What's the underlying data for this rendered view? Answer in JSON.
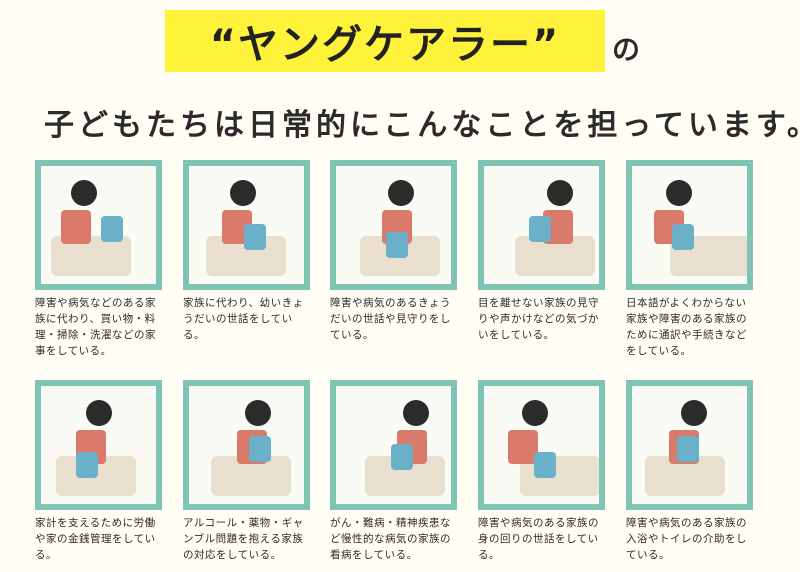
{
  "header": {
    "title": "“ヤングケアラー”",
    "title_suffix": "の",
    "subtitle": "子どもたちは日常的にこんなことを担っています。"
  },
  "cards": [
    {
      "caption": "障害や病気などのある家族に代わり、買い物・料理・掃除・洗濯などの家事をしている。"
    },
    {
      "caption": "家族に代わり、幼いきょうだいの世話をしている。"
    },
    {
      "caption": "障害や病気のあるきょうだいの世話や見守りをしている。"
    },
    {
      "caption": "目を離せない家族の見守りや声かけなどの気づかいをしている。"
    },
    {
      "caption": "日本語がよくわからない家族や障害のある家族のために通訳や手続きなどをしている。"
    },
    {
      "caption": "家計を支えるために労働や家の金銭管理をしている。"
    },
    {
      "caption": "アルコール・薬物・ギャンブル問題を抱える家族の対応をしている。"
    },
    {
      "caption": "がん・難病・精神疾患など慢性的な病気の家族の看病をしている。"
    },
    {
      "caption": "障害や病気のある家族の身の回りの世話をしている。"
    },
    {
      "caption": "障害や病気のある家族の入浴やトイレの介助をしている。"
    }
  ],
  "colors": {
    "highlight": "#fff23a",
    "frame": "#7fc4b4",
    "background": "#fffdf4"
  }
}
